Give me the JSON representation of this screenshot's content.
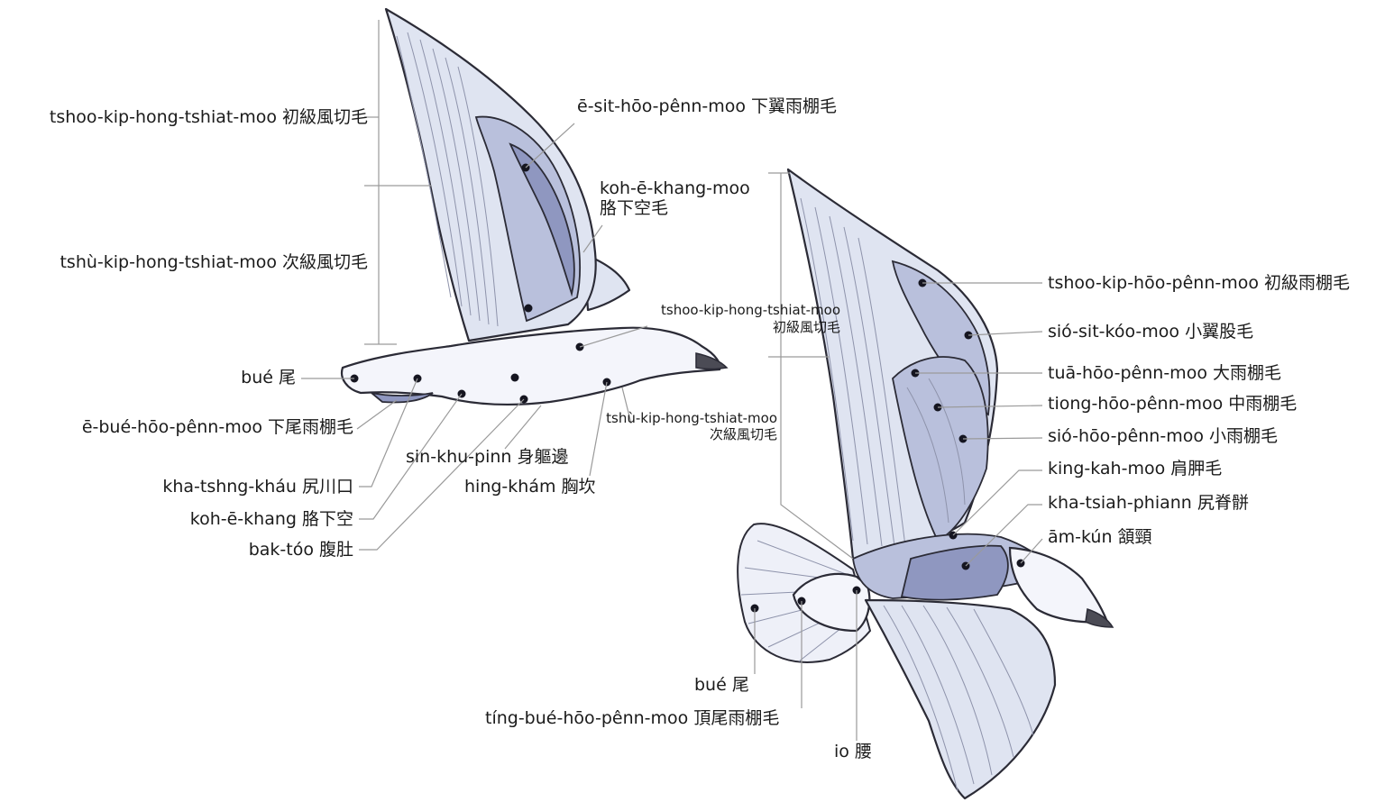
{
  "labels": {
    "left_primaries": "tshoo-kip-hong-tshiat-moo 初級風切毛",
    "left_secondaries": "tshù-kip-hong-tshiat-moo 次級風切毛",
    "left_tail": "bué 尾",
    "undertail_coverts": "ē-bué-hōo-pênn-moo 下尾雨棚毛",
    "vent": "kha-tshng-kháu 尻川口",
    "axilla": "koh-ē-khang 胳下空",
    "belly": "bak-tóo 腹肚",
    "flank": "sin-khu-pinn 身軀邊",
    "breast": "hing-khám 胸坎",
    "underwing_coverts": "ē-sit-hōo-pênn-moo 下翼雨棚毛",
    "axillaries_line1": "koh-ē-khang-moo",
    "axillaries_line2": "胳下空毛",
    "mid_primaries_line1": "tshoo-kip-hong-tshiat-moo",
    "mid_primaries_line2": "初級風切毛",
    "mid_secondaries_line1": "tshù-kip-hong-tshiat-moo",
    "mid_secondaries_line2": "次級風切毛",
    "primary_coverts": "tshoo-kip-hōo-pênn-moo 初級雨棚毛",
    "alula": "sió-sit-kóo-moo 小翼股毛",
    "greater_coverts": "tuā-hōo-pênn-moo 大雨棚毛",
    "median_coverts": "tiong-hōo-pênn-moo 中雨棚毛",
    "lesser_coverts": "sió-hōo-pênn-moo 小雨棚毛",
    "scapulars": "king-kah-moo 肩胛毛",
    "back": "kha-tsiah-phiann 尻脊骿",
    "nape": "ām-kún 頷頸",
    "right_tail": "bué 尾",
    "uppertail_coverts": "tíng-bué-hōo-pênn-moo 頂尾雨棚毛",
    "rump": "io 腰"
  }
}
